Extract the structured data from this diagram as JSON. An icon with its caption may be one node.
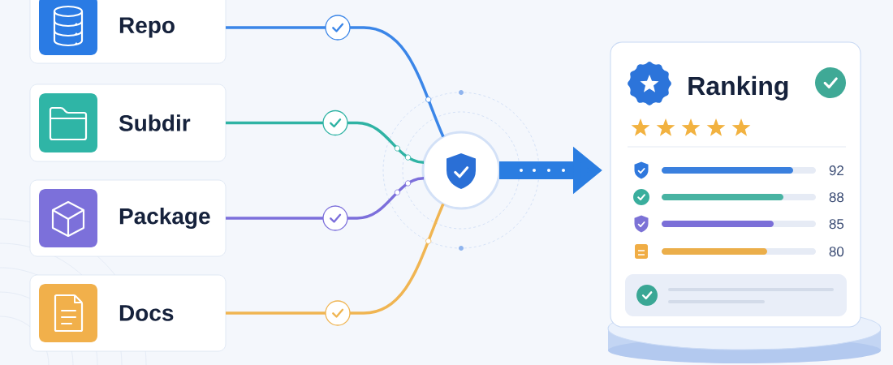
{
  "diagram": {
    "nodes": [
      {
        "text": [
          "Repo"
        ]
      },
      {
        "text": [
          "Subdir"
        ]
      },
      {
        "text": [
          "Package"
        ]
      },
      {
        "text": [
          "Docs"
        ]
      },
      {
        "text": [],
        "shape": "circle"
      },
      {
        "text": [
          "Ranking",
          "92",
          "88",
          "85",
          "80"
        ]
      }
    ],
    "edges": [
      {
        "from": 0,
        "to": 4,
        "arrow": "none",
        "color": "#3b86e8"
      },
      {
        "from": 1,
        "to": 4,
        "arrow": "none",
        "color": "#2fb3a4"
      },
      {
        "from": 2,
        "to": 4,
        "arrow": "none",
        "color": "#7c6fdb"
      },
      {
        "from": 3,
        "to": 4,
        "arrow": "none",
        "color": "#f0b552"
      },
      {
        "from": 4,
        "to": 5,
        "arrow": "to",
        "style": "thick",
        "color": "#2a7de1"
      }
    ]
  }
}
